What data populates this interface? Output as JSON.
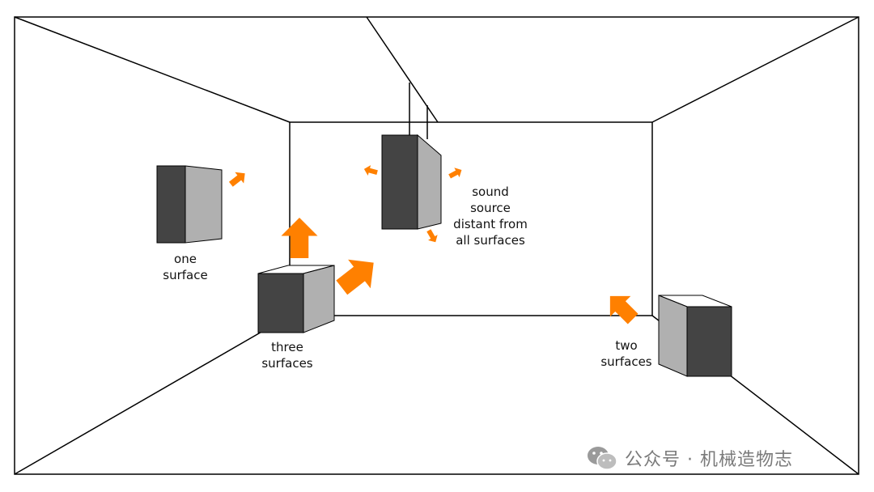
{
  "diagram": {
    "labels": {
      "one_surface": [
        "one",
        "surface"
      ],
      "three_surfaces": [
        "three",
        "surfaces"
      ],
      "two_surfaces": [
        "two",
        "surfaces"
      ],
      "distant": [
        "sound",
        "source",
        "distant from",
        "all surfaces"
      ]
    },
    "colors": {
      "arrow": "#ff8000",
      "box_dark": "#444444",
      "box_light": "#b0b0b0",
      "line": "#000000"
    }
  },
  "watermark": {
    "text": "公众号 · 机械造物志",
    "icon": "wechat-icon"
  }
}
